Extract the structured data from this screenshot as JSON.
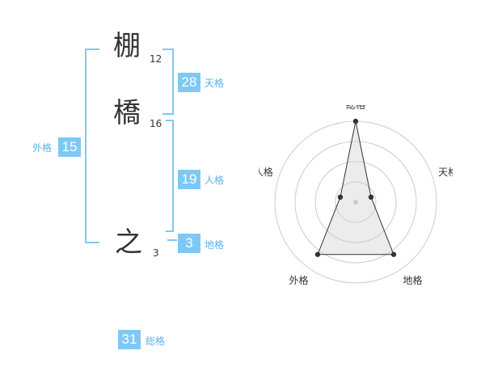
{
  "name_chars": [
    {
      "char": "棚",
      "strokes": "12"
    },
    {
      "char": "橋",
      "strokes": "16"
    },
    {
      "char": "之",
      "strokes": "3"
    }
  ],
  "kakusu": {
    "tenkaku": {
      "value": "28",
      "label": "天格"
    },
    "jinkaku": {
      "value": "19",
      "label": "人格"
    },
    "chikaku": {
      "value": "3",
      "label": "地格"
    },
    "gaikaku": {
      "value": "15",
      "label": "外格"
    },
    "soukaku": {
      "value": "31",
      "label": "総格"
    }
  },
  "colors": {
    "accent": "#7ec8f5",
    "label": "#5bb3ea",
    "text": "#333333"
  },
  "chart_data": {
    "type": "radar",
    "axes": [
      "総格",
      "天格",
      "地格",
      "外格",
      "人格"
    ],
    "values": [
      5,
      1,
      4,
      4,
      1
    ],
    "rmax": 5,
    "rings": 4
  }
}
